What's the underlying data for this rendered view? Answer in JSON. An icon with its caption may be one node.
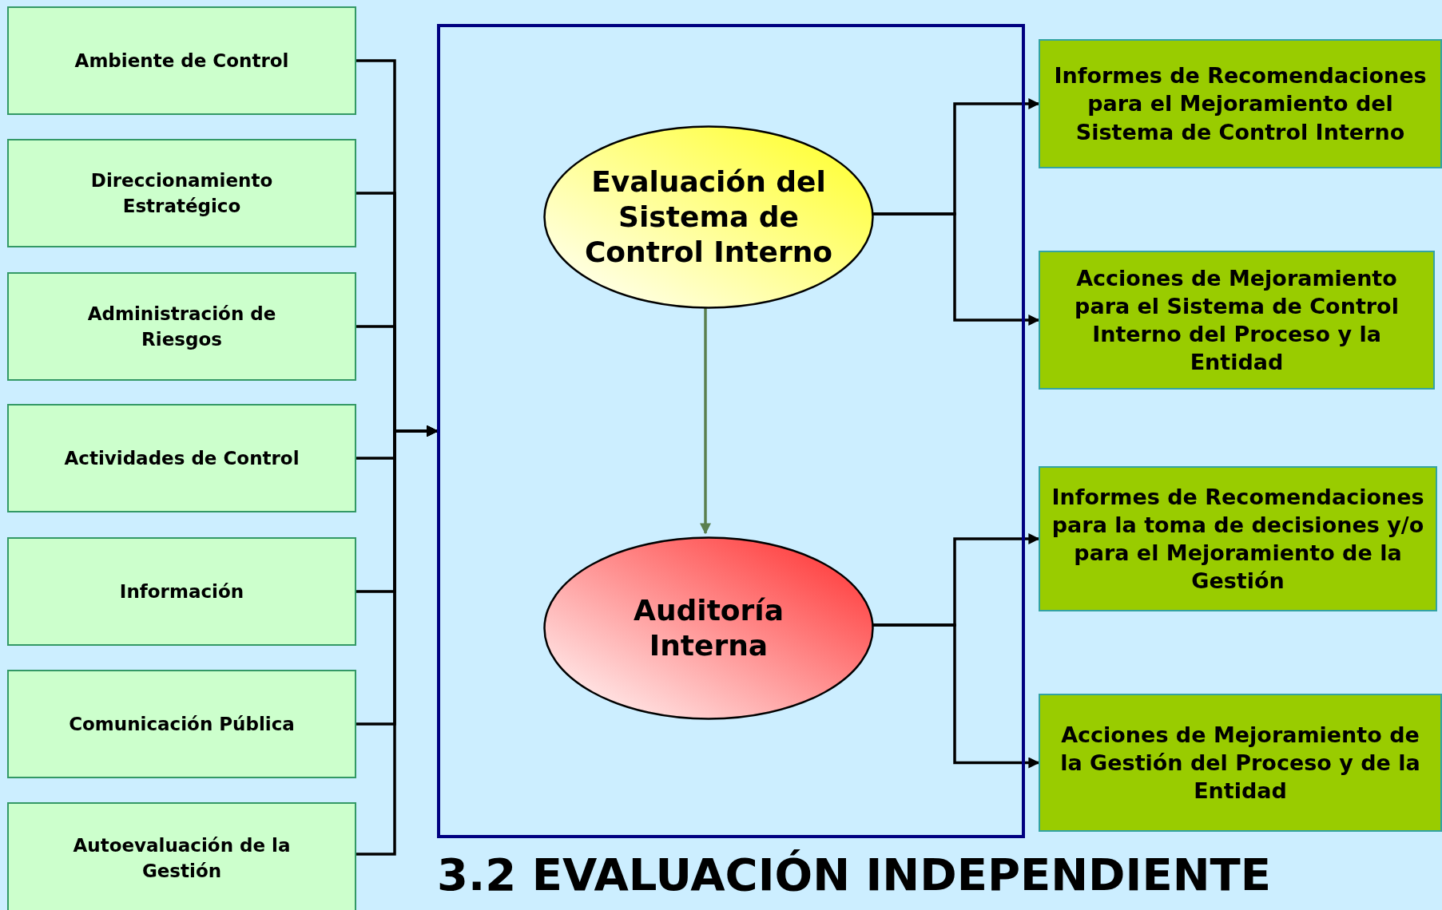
{
  "diagram": {
    "title": "3.2 EVALUACIÓN INDEPENDIENTE",
    "nodes": [
      {
        "text": [
          "Ambiente de Control"
        ]
      },
      {
        "text": [
          "Direccionamiento Estratégico"
        ]
      },
      {
        "text": [
          "Administración de Riesgos"
        ]
      },
      {
        "text": [
          "Actividades de Control"
        ]
      },
      {
        "text": [
          "Información"
        ]
      },
      {
        "text": [
          "Comunicación Pública"
        ]
      },
      {
        "text": [
          "Autoevaluación de la Gestión"
        ]
      },
      {
        "text": [],
        "shape": "box"
      },
      {
        "text": [
          "Evaluación del Sistema de Control Interno"
        ],
        "in": 7
      },
      {
        "text": [
          "Auditoría Interna"
        ],
        "in": 7
      },
      {
        "text": [
          "Informes de Recomendaciones para el Mejoramiento del Sistema de Control Interno"
        ]
      },
      {
        "text": [
          "Acciones de Mejoramiento para el Sistema de Control Interno del Proceso y la Entidad"
        ]
      },
      {
        "text": [
          "Informes de Recomendaciones para la toma de decisiones y/o para el Mejoramiento de la Gestión"
        ]
      },
      {
        "text": [
          "Acciones de Mejoramiento de la Gestión del Proceso y de la Entidad"
        ]
      }
    ],
    "edges": [
      {
        "from": 0,
        "to": 7,
        "arrow": "to"
      },
      {
        "from": 1,
        "to": 7,
        "arrow": "to"
      },
      {
        "from": 2,
        "to": 7,
        "arrow": "to"
      },
      {
        "from": 3,
        "to": 7,
        "arrow": "to"
      },
      {
        "from": 4,
        "to": 7,
        "arrow": "to"
      },
      {
        "from": 5,
        "to": 7,
        "arrow": "to"
      },
      {
        "from": 6,
        "to": 7,
        "arrow": "to"
      },
      {
        "from": 8,
        "to": 9,
        "arrow": "to",
        "color": "#5a7f4f"
      },
      {
        "from": 8,
        "to": 10,
        "arrow": "to"
      },
      {
        "from": 8,
        "to": 11,
        "arrow": "to"
      },
      {
        "from": 9,
        "to": 12,
        "arrow": "to"
      },
      {
        "from": 9,
        "to": 13,
        "arrow": "to"
      }
    ]
  }
}
